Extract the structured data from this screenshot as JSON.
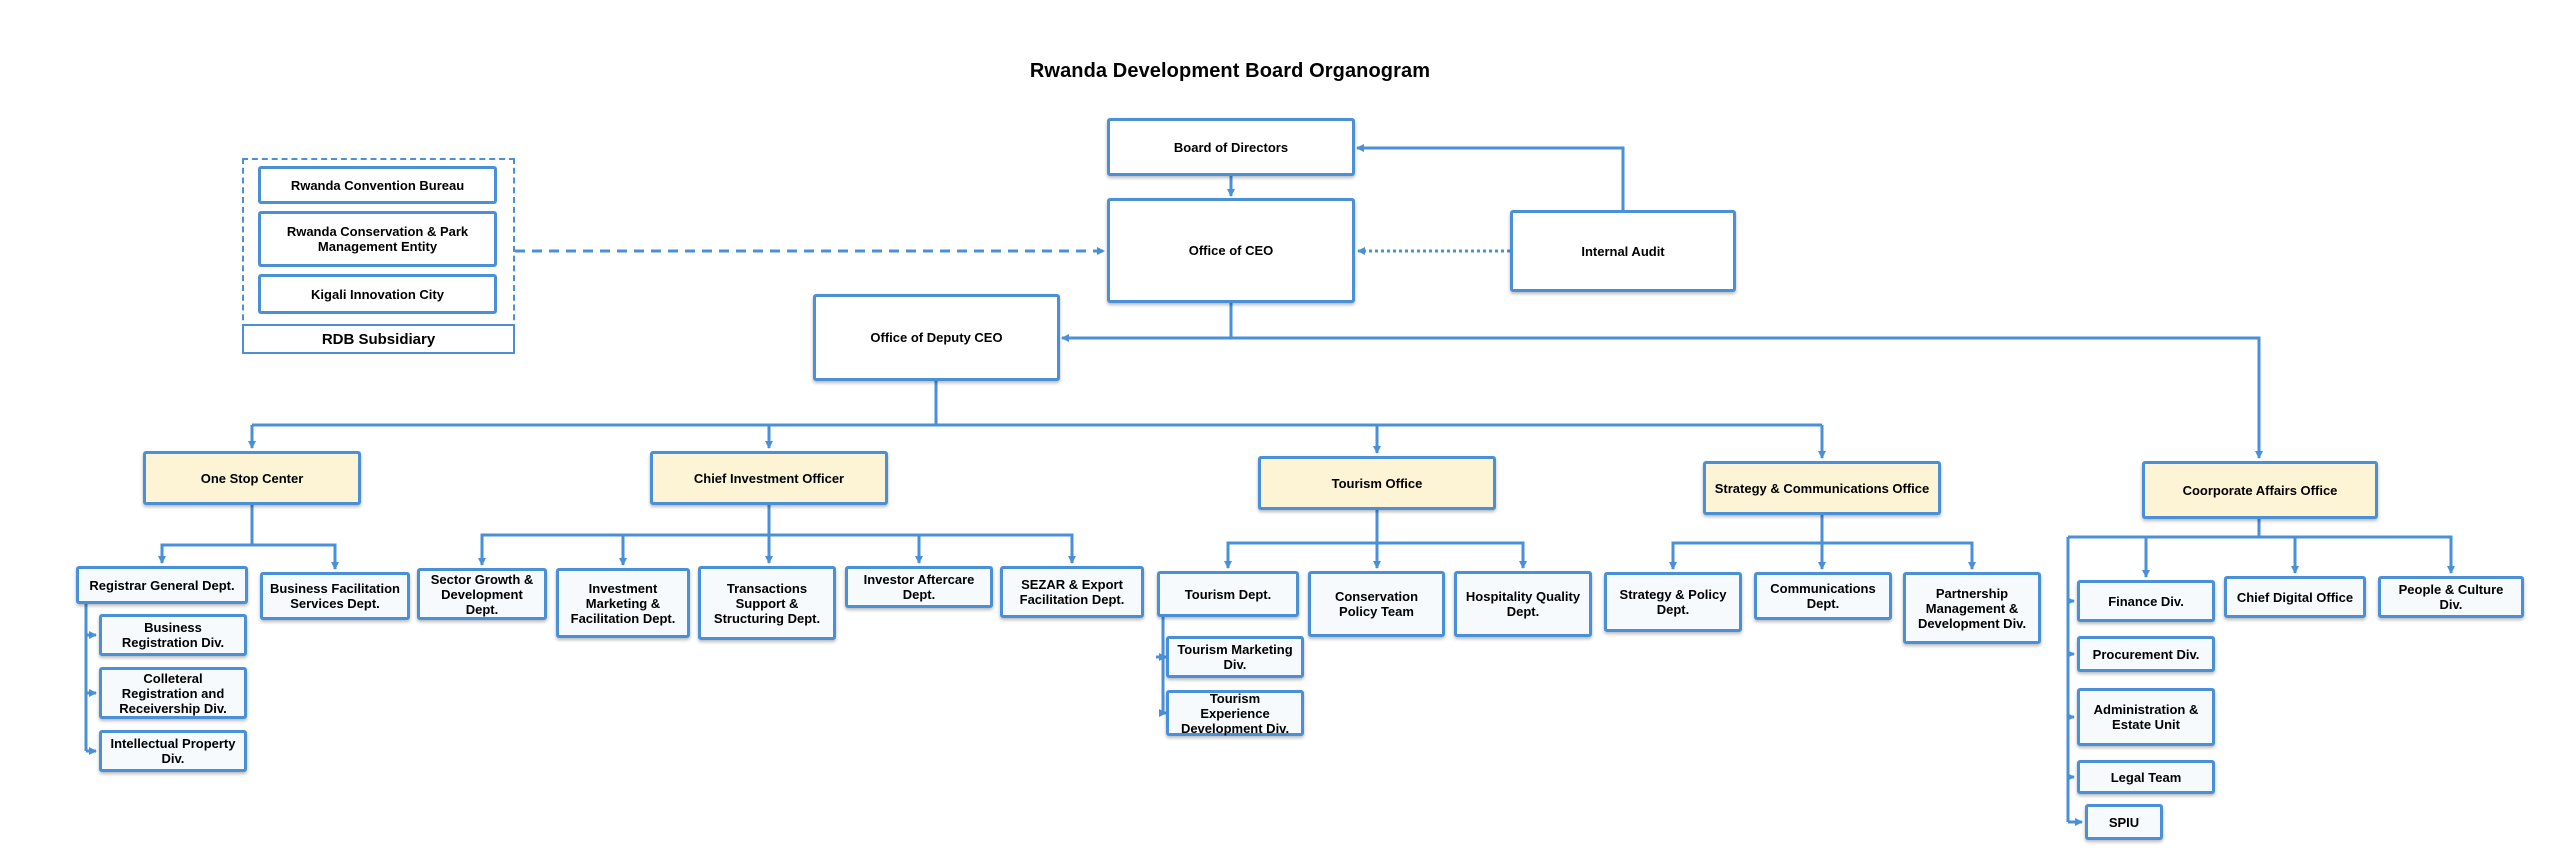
{
  "title": "Rwanda Development Board Organogram",
  "colors": {
    "line": "#4a90d9",
    "office_fill": "#fdf4d6",
    "dept_fill": "#f6fafd"
  },
  "top": {
    "board": "Board of Directors",
    "ceo": "Office of CEO",
    "audit": "Internal Audit",
    "deputy": "Office of Deputy CEO"
  },
  "subsidiary": {
    "label": "RDB Subsidiary",
    "items": [
      "Rwanda Convention Bureau",
      "Rwanda Conservation & Park Management Entity",
      "Kigali Innovation City"
    ]
  },
  "offices": {
    "one_stop": {
      "name": "One Stop Center",
      "depts": [
        "Registrar General Dept.",
        "Business Facilitation Services Dept."
      ],
      "registrar_divs": [
        "Business Registration Div.",
        "Colleteral Registration and Receivership Div.",
        "Intellectual Property Div."
      ]
    },
    "investment": {
      "name": "Chief Investment Officer",
      "depts": [
        "Sector Growth & Development Dept.",
        "Investment Marketing & Facilitation Dept.",
        "Transactions Support & Structuring Dept.",
        "Investor Aftercare Dept.",
        "SEZAR & Export Facilitation Dept."
      ]
    },
    "tourism": {
      "name": "Tourism Office",
      "depts": [
        "Tourism Dept.",
        "Conservation Policy Team",
        "Hospitality Quality Dept."
      ],
      "tourism_divs": [
        "Tourism Marketing Div.",
        "Tourism Experience Development Div."
      ]
    },
    "strategy": {
      "name": "Strategy & Communications Office",
      "depts": [
        "Strategy & Policy Dept.",
        "Communications Dept.",
        "Partnership Management & Development Div."
      ]
    },
    "corporate": {
      "name": "Coorporate Affairs Office",
      "depts": [
        "Chief Digital Office",
        "People & Culture Div."
      ],
      "stack": [
        "Finance Div.",
        "Procurement Div.",
        "Administration & Estate Unit",
        "Legal Team",
        "SPIU"
      ]
    }
  }
}
